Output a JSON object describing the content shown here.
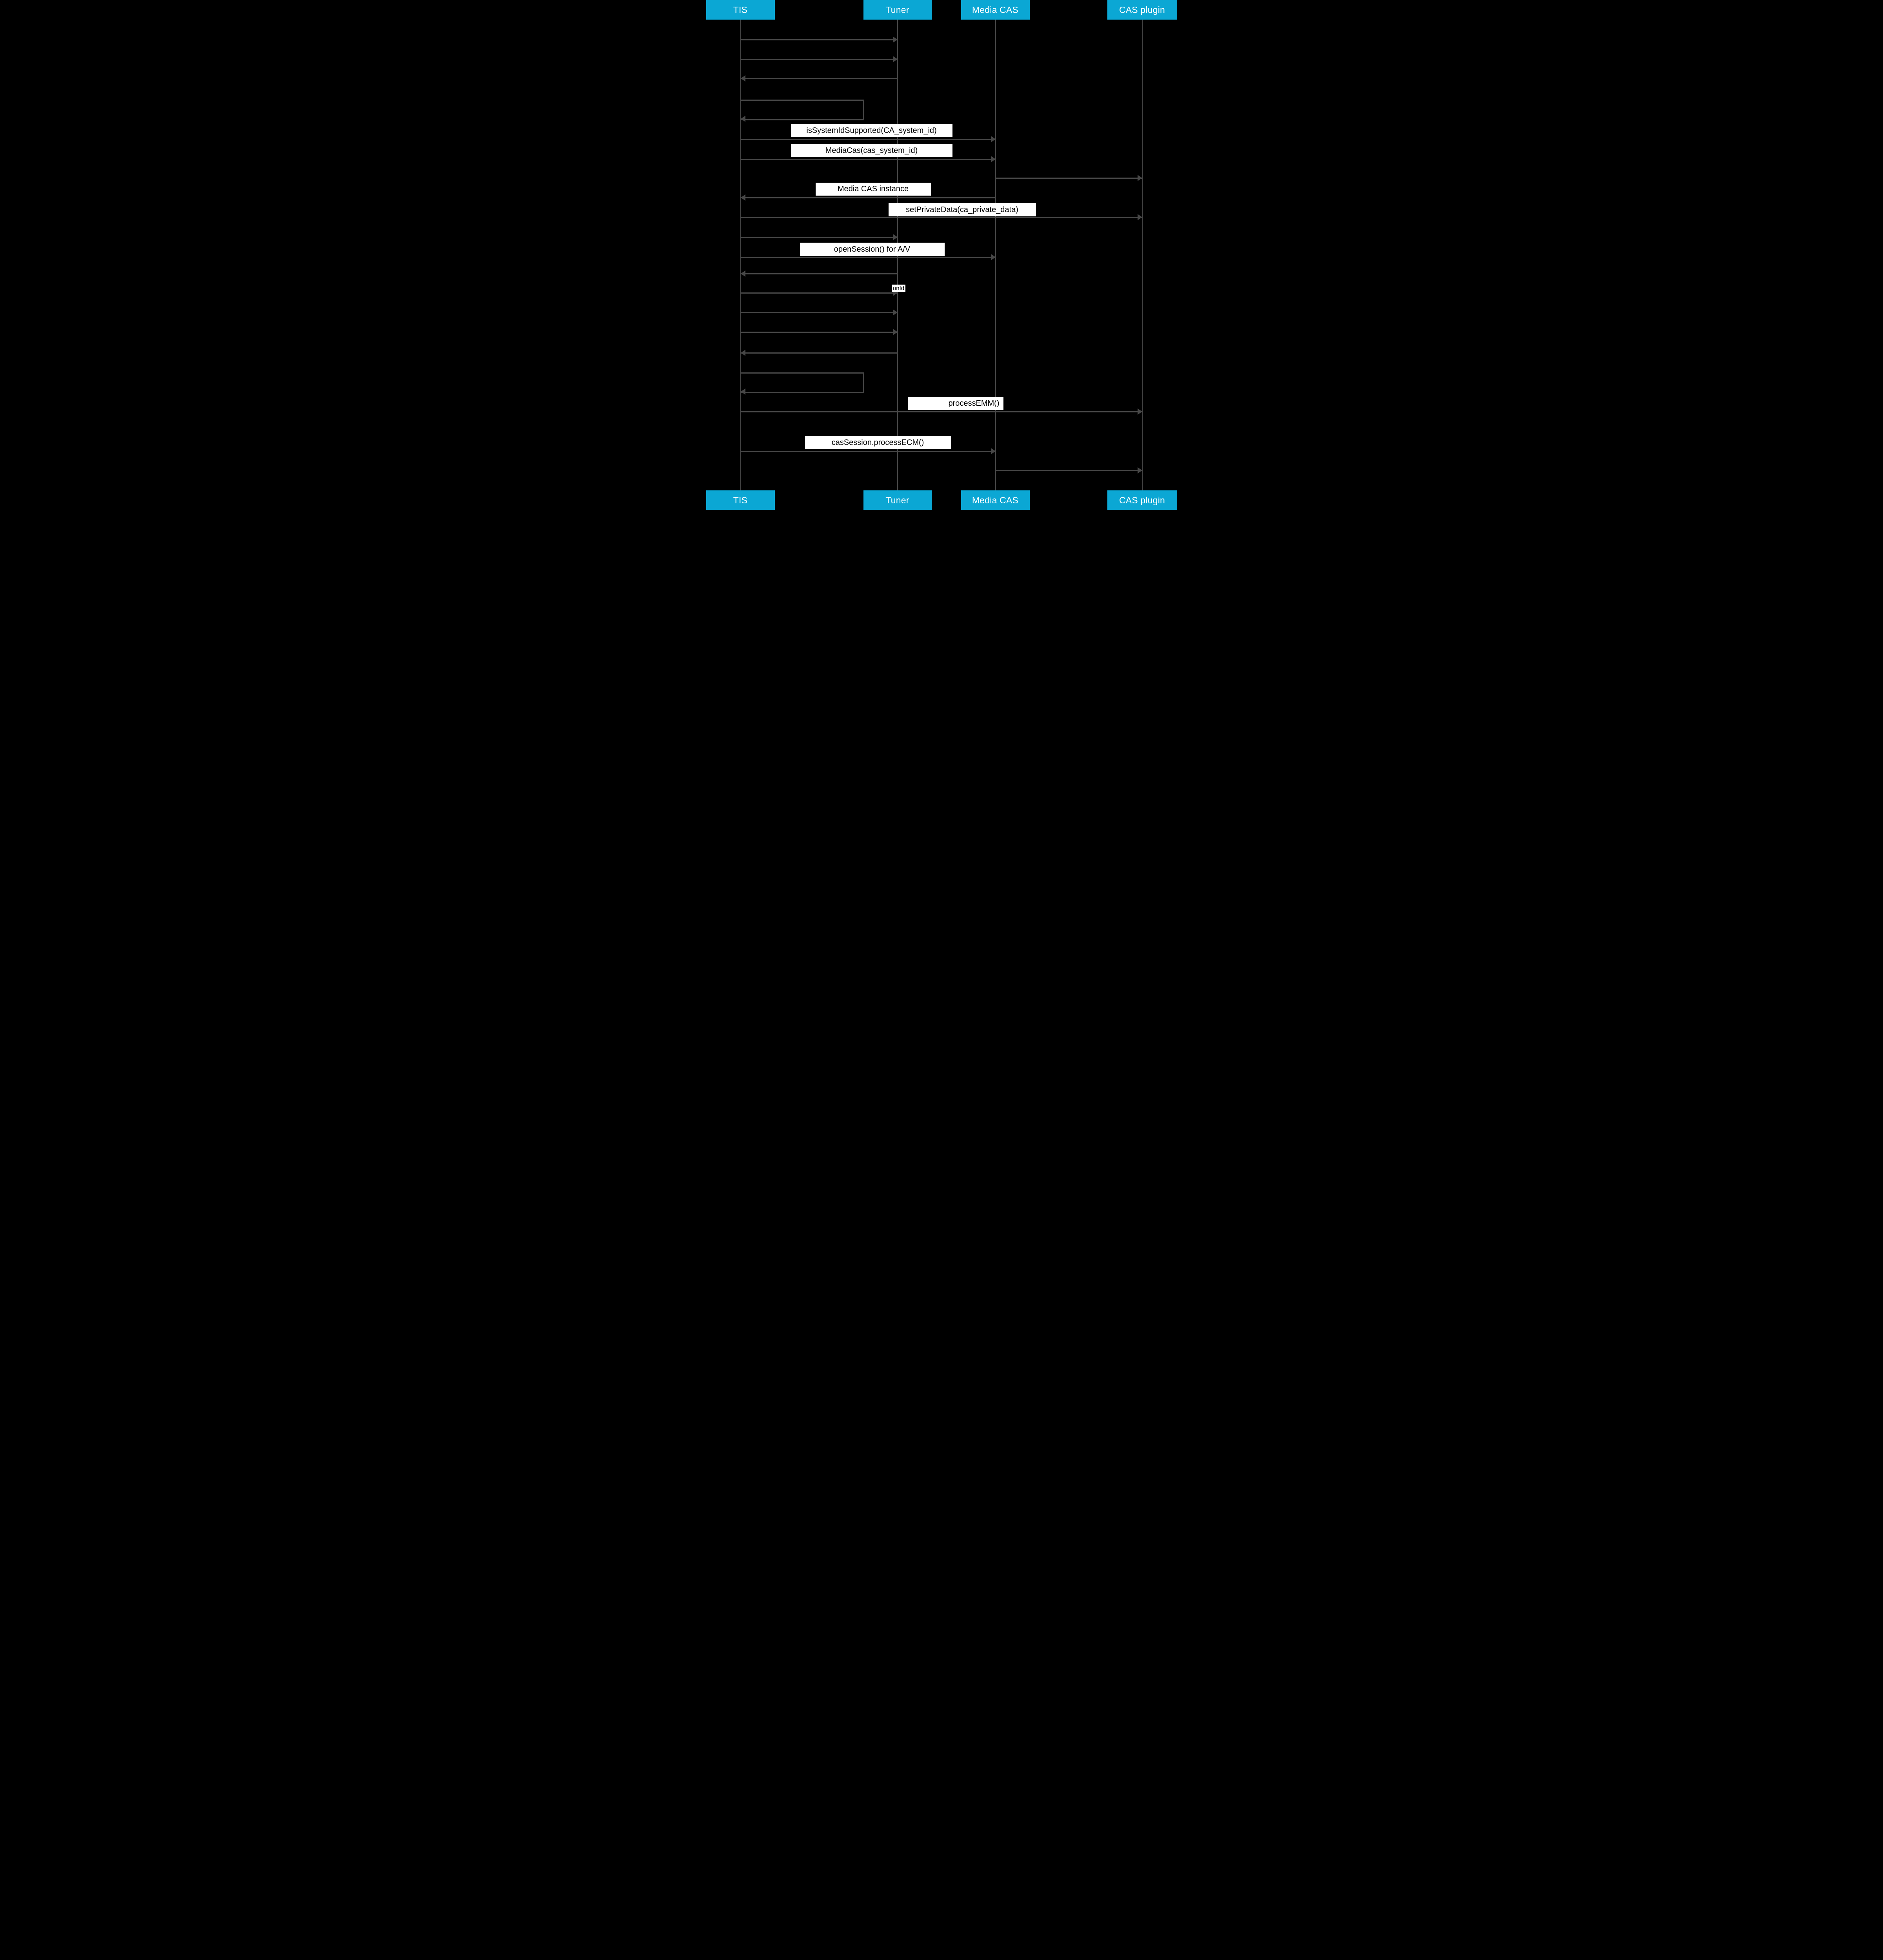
{
  "diagram": {
    "type": "uml-sequence-diagram",
    "colors": {
      "background": "#000000",
      "participant_fill": "#0ba7d4",
      "participant_text": "#ffffff",
      "line": "#474747",
      "label_background": "#ffffff",
      "label_text": "#000000"
    }
  },
  "participants": [
    {
      "id": "tis",
      "label": "TIS"
    },
    {
      "id": "tuner",
      "label": "Tuner"
    },
    {
      "id": "media_cas",
      "label": "Media CAS"
    },
    {
      "id": "cas_plugin",
      "label": "CAS plugin"
    }
  ],
  "messages": [
    {
      "from": "tis",
      "to": "tuner",
      "label": "",
      "type": "arrow"
    },
    {
      "from": "tis",
      "to": "tuner",
      "label": "",
      "type": "arrow"
    },
    {
      "from": "tuner",
      "to": "tis",
      "label": "",
      "type": "arrow"
    },
    {
      "from": "tis",
      "to": "tis",
      "label": "",
      "type": "self"
    },
    {
      "from": "tis",
      "to": "media_cas",
      "label": "isSystemIdSupported(CA_system_id)",
      "type": "arrow"
    },
    {
      "from": "tis",
      "to": "media_cas",
      "label": "MediaCas(cas_system_id)",
      "type": "arrow"
    },
    {
      "from": "media_cas",
      "to": "cas_plugin",
      "label": "",
      "type": "arrow"
    },
    {
      "from": "media_cas",
      "to": "tis",
      "label": "Media CAS instance",
      "type": "arrow"
    },
    {
      "from": "tis",
      "to": "cas_plugin",
      "label": "setPrivateData(ca_private_data)",
      "type": "arrow"
    },
    {
      "from": "tis",
      "to": "tuner",
      "label": "",
      "type": "arrow"
    },
    {
      "from": "tis",
      "to": "media_cas",
      "label": "openSession() for A/V",
      "type": "arrow"
    },
    {
      "from": "tuner",
      "to": "tis",
      "label": "",
      "type": "arrow"
    },
    {
      "from": "tis",
      "to": "tuner",
      "label": "onId",
      "type": "arrow"
    },
    {
      "from": "tis",
      "to": "tuner",
      "label": "",
      "type": "arrow"
    },
    {
      "from": "tis",
      "to": "tuner",
      "label": "",
      "type": "arrow"
    },
    {
      "from": "tuner",
      "to": "tis",
      "label": "",
      "type": "arrow"
    },
    {
      "from": "tis",
      "to": "tis",
      "label": "",
      "type": "self"
    },
    {
      "from": "tis",
      "to": "cas_plugin",
      "label": "processEMM()",
      "type": "arrow"
    },
    {
      "from": "tis",
      "to": "media_cas",
      "label": "casSession.processECM()",
      "type": "arrow"
    },
    {
      "from": "media_cas",
      "to": "cas_plugin",
      "label": "",
      "type": "arrow"
    }
  ]
}
